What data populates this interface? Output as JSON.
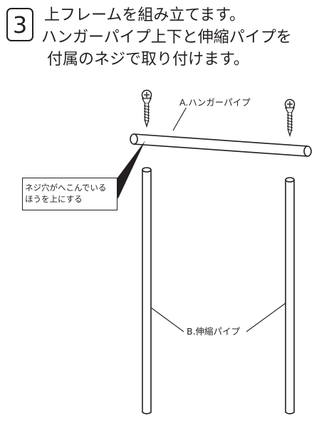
{
  "step": {
    "number": "3",
    "lines": [
      "上フレームを組み立てます。",
      "ハンガーパイプ上下と伸縮パイプを",
      "付属のネジで取り付けます。"
    ]
  },
  "figure": {
    "label_a": "A.ハンガーパイプ",
    "label_b": "B.伸縮パイプ",
    "note_lines": [
      "ネジ穴がへこんでいる",
      "ほうを上にする"
    ]
  },
  "icons": [
    "screw-icon"
  ]
}
